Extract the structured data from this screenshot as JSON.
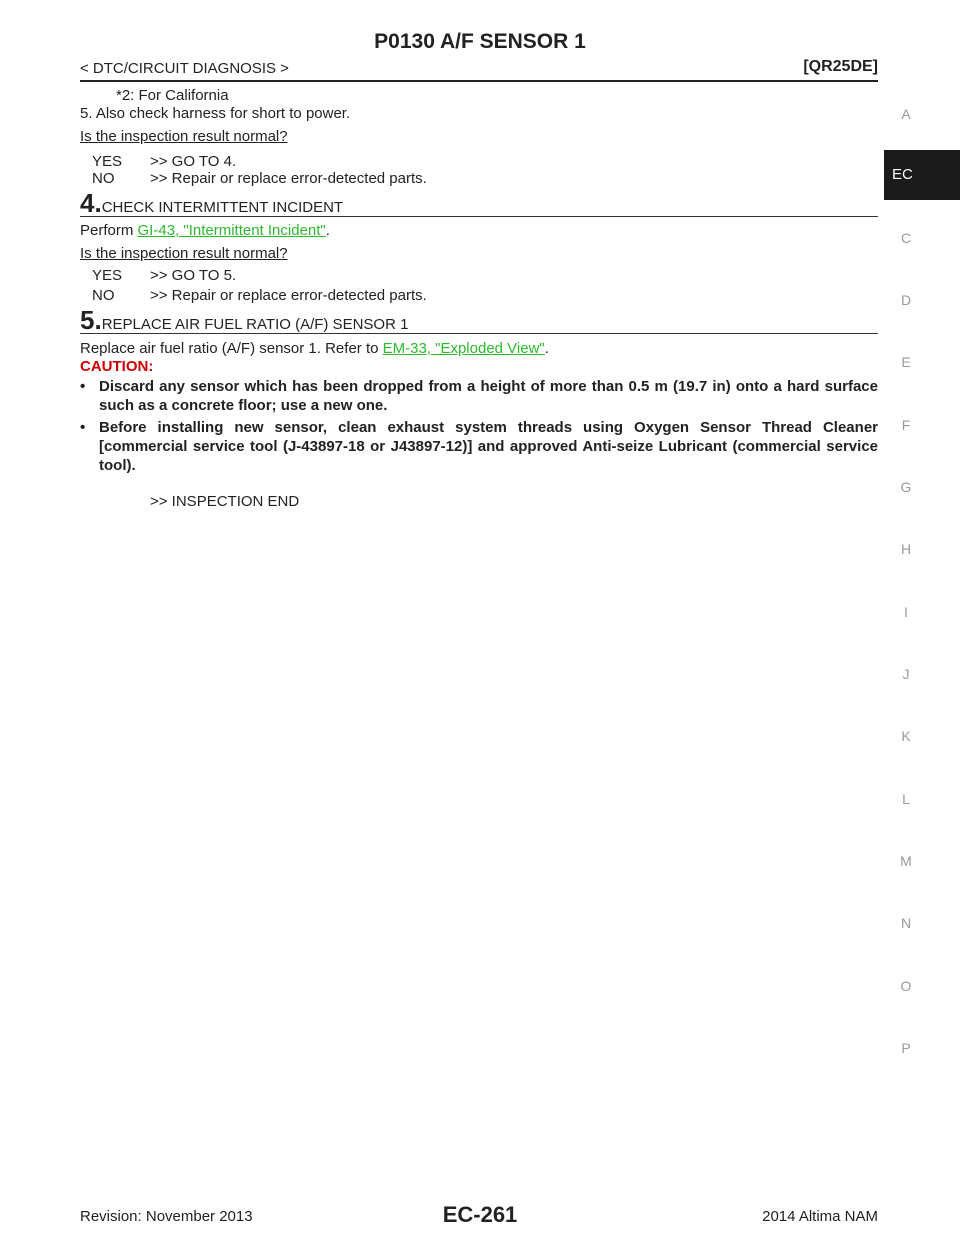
{
  "header": {
    "title": "P0130 A/F SENSOR 1",
    "breadcrumb": "< DTC/CIRCUIT DIAGNOSIS >",
    "engine": "[QR25DE]"
  },
  "content": {
    "note_california": "*2: For California",
    "item5": "5.   Also check harness for short to power.",
    "question1": "Is the inspection result normal?",
    "yes1_label": "YES",
    "yes1_text": ">> GO TO 4.",
    "no1_label": "NO",
    "no1_text": ">> Repair or replace error-detected parts.",
    "step4_num": "4.",
    "step4_title": "CHECK INTERMITTENT INCIDENT",
    "step4_prefix": "Perform ",
    "step4_link": "GI-43, \"Intermittent Incident\"",
    "step4_suffix": ".",
    "question2": "Is the inspection result normal?",
    "yes2_label": "YES",
    "yes2_text": ">> GO TO 5.",
    "no2_label": "NO",
    "no2_text": ">> Repair or replace error-detected parts.",
    "step5_num": "5.",
    "step5_title": "REPLACE AIR FUEL RATIO (A/F) SENSOR 1",
    "step5_prefix": "Replace air fuel ratio (A/F) sensor 1. Refer to ",
    "step5_link": "EM-33, \"Exploded View\"",
    "step5_suffix": ".",
    "caution_label": "CAUTION:",
    "bullet_char": "•",
    "caution1": "Discard any sensor which has been dropped from a height of more than 0.5 m (19.7 in) onto a hard surface such as a concrete floor; use a new one.",
    "caution2": "Before installing new sensor, clean exhaust system threads using Oxygen Sensor Thread Cleaner [commercial service tool (J-43897-18 or J43897-12)] and approved Anti-seize Lubricant (commercial service tool).",
    "end_text": ">> INSPECTION END"
  },
  "side_tabs": [
    "A",
    "EC",
    "C",
    "D",
    "E",
    "F",
    "G",
    "H",
    "I",
    "J",
    "K",
    "L",
    "M",
    "N",
    "O",
    "P"
  ],
  "active_tab": "EC",
  "footer": {
    "revision": "Revision: November 2013",
    "page_number": "EC-261",
    "model": "2014 Altima NAM"
  },
  "colors": {
    "link": "#2eb82e",
    "caution": "#cc0000",
    "active_tab_bg": "#1a1a1a"
  }
}
